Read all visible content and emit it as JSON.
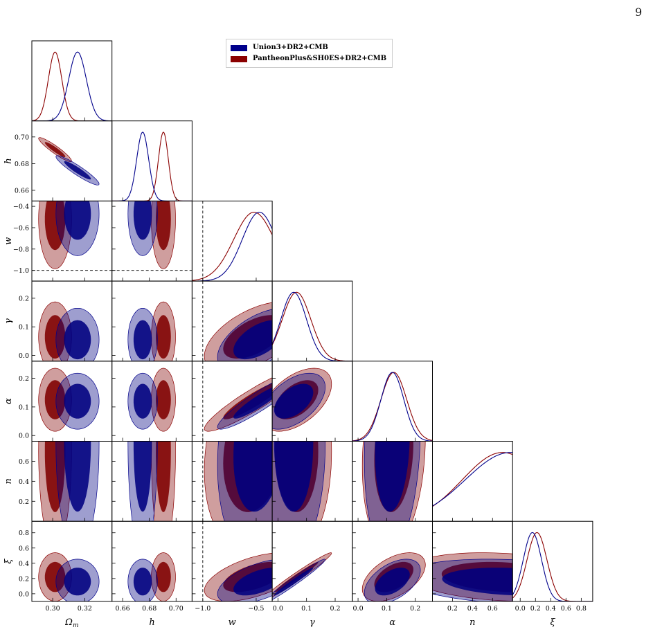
{
  "page_number": "9",
  "colors": {
    "blue_fill": "#000080",
    "blue_line": "#00008b",
    "red_fill": "#800000",
    "red_line": "#8b0000"
  },
  "chart_data": {
    "type": "triangle-corner-plot",
    "legend": [
      {
        "name": "Union3+DR2+CMB",
        "color": "#00008b"
      },
      {
        "name": "PantheonPlus&SH0ES+DR2+CMB",
        "color": "#8b0000"
      }
    ],
    "parameters": [
      {
        "key": "Om",
        "label": "Ω",
        "label_sub": "m",
        "range": [
          0.287,
          0.337
        ],
        "ticks": [
          0.3,
          0.32
        ],
        "tick_labels": [
          "0.30",
          "0.32"
        ]
      },
      {
        "key": "h",
        "label": "h",
        "label_sub": "",
        "range": [
          0.652,
          0.712
        ],
        "ticks": [
          0.66,
          0.68,
          0.7
        ],
        "tick_labels": [
          "0.66",
          "0.68",
          "0.70"
        ]
      },
      {
        "key": "w",
        "label": "w",
        "label_sub": "",
        "range": [
          -1.1,
          -0.35
        ],
        "ticks": [
          -1.0,
          -0.8,
          -0.6,
          -0.4
        ],
        "tick_labels": [
          "−1.0",
          "−0.8",
          "−0.6",
          "−0.4"
        ],
        "xtick_labels": {
          "-1.0": "−1.0",
          "-0.5": "−0.5"
        },
        "xticks": [
          -1.0,
          -0.5
        ]
      },
      {
        "key": "gamma",
        "label": "γ",
        "label_sub": "",
        "range": [
          -0.02,
          0.26
        ],
        "ticks": [
          0.0,
          0.1,
          0.2
        ],
        "tick_labels": [
          "0.0",
          "0.1",
          "0.2"
        ]
      },
      {
        "key": "alpha",
        "label": "α",
        "label_sub": "",
        "range": [
          -0.02,
          0.26
        ],
        "ticks": [
          0.0,
          0.1,
          0.2
        ],
        "tick_labels": [
          "0.0",
          "0.1",
          "0.2"
        ]
      },
      {
        "key": "n",
        "label": "n",
        "label_sub": "",
        "range": [
          0.0,
          0.8
        ],
        "ticks": [
          0.2,
          0.4,
          0.6
        ],
        "tick_labels": [
          "0.2",
          "0.4",
          "0.6"
        ]
      },
      {
        "key": "xi",
        "label": "ξ",
        "label_sub": "",
        "range": [
          -0.1,
          0.95
        ],
        "ticks": [
          0.0,
          0.2,
          0.4,
          0.6,
          0.8
        ],
        "tick_labels": [
          "0.0",
          "0.2",
          "0.4",
          "0.6",
          "0.8"
        ]
      }
    ],
    "posteriors": {
      "blue": {
        "Om": [
          0.3155,
          0.0055
        ],
        "h": [
          0.675,
          0.0045
        ],
        "w": [
          -0.47,
          0.16
        ],
        "gamma": [
          0.055,
          0.045
        ],
        "alpha": [
          0.12,
          0.04
        ],
        "n": [
          0.78,
          0.45
        ],
        "xi": [
          0.16,
          0.12
        ]
      },
      "red": {
        "Om": [
          0.3015,
          0.0042
        ],
        "h": [
          0.6905,
          0.0037
        ],
        "w": [
          -0.52,
          0.19
        ],
        "gamma": [
          0.065,
          0.05
        ],
        "alpha": [
          0.125,
          0.045
        ],
        "n": [
          0.7,
          0.4
        ],
        "xi": [
          0.22,
          0.13
        ]
      }
    },
    "reference_lines": {
      "w": -1.0
    }
  }
}
